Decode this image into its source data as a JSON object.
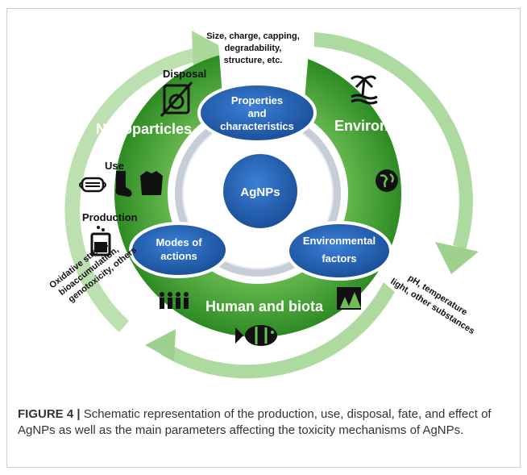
{
  "diagram": {
    "center": "AgNPs",
    "nodes": {
      "properties_line1": "Properties",
      "properties_line2": "and",
      "properties_line3": "characteristics",
      "modes_line1": "Modes of",
      "modes_line2": "actions",
      "env_factors_line1": "Environmental",
      "env_factors_line2": "factors"
    },
    "sectors": {
      "nanoparticles": "Nanoparticles",
      "environment": "Environment",
      "human_biota": "Human and biota"
    },
    "stages": {
      "disposal": "Disposal",
      "use": "Use",
      "production": "Production"
    },
    "notes": {
      "props_1": "Size, charge, capping,",
      "props_2": "degradability,",
      "props_3": "structure, etc.",
      "modes_1": "Oxidative stress,",
      "modes_2": "bioaccumulation,",
      "modes_3": "genotoxicity, others",
      "env_1": "pH, temperature",
      "env_2": "light, other substances"
    },
    "icons": [
      "washing-machine-crossed-icon",
      "face-mask-icon",
      "sock-icon",
      "shirt-icon",
      "beaker-icon",
      "island-icon",
      "globe-icon",
      "people-icon",
      "forest-icon",
      "fish-icon"
    ],
    "colors": {
      "ring_dark": "#2e8b24",
      "ring_mid": "#4aa83a",
      "ring_light": "#a9d89a",
      "node_blue": "#1f5fb5",
      "node_border": "#ffffff",
      "inner_ring": "#c7cdd6"
    }
  },
  "caption": {
    "label": "FIGURE 4 |",
    "text": " Schematic representation of the production, use, disposal, fate, and effect of AgNPs as well as the main parameters affecting the toxicity mechanisms of AgNPs."
  }
}
